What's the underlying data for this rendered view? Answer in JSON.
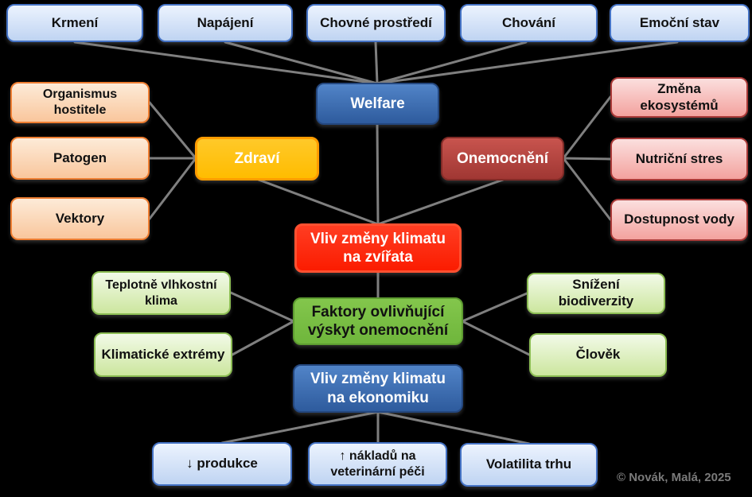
{
  "nodes": {
    "krmeni": {
      "label": "Krmení"
    },
    "napajeni": {
      "label": "Napájení"
    },
    "chovne": {
      "label": "Chovné prostředí"
    },
    "chovani": {
      "label": "Chování"
    },
    "emocni": {
      "label": "Emoční stav"
    },
    "welfare": {
      "label": "Welfare"
    },
    "organismus": {
      "label": "Organismus hostitele"
    },
    "patogen": {
      "label": "Patogen"
    },
    "vektory": {
      "label": "Vektory"
    },
    "zdravi": {
      "label": "Zdraví"
    },
    "onemocneni": {
      "label": "Onemocnění"
    },
    "zmena": {
      "label": "Změna ekosystémů"
    },
    "nutricni": {
      "label": "Nutriční stres"
    },
    "dostupnost": {
      "label": "Dostupnost vody"
    },
    "vliv_zvirata": {
      "label": "Vliv změny klimatu\nna zvířata"
    },
    "teplotne": {
      "label": "Teplotně vlhkostní\nklima"
    },
    "klimaticke": {
      "label": "Klimatické extrémy"
    },
    "faktory": {
      "label": "Faktory ovlivňující\nvýskyt onemocnění"
    },
    "snizeni": {
      "label": "Snížení biodiverzity"
    },
    "clovek": {
      "label": "Člověk"
    },
    "vliv_ekonomika": {
      "label": "Vliv změny klimatu\nna ekonomiku"
    },
    "produkce": {
      "label": "↓ produkce"
    },
    "naklady": {
      "label": "↑ nákladů na\nveterinární péči"
    },
    "volatilita": {
      "label": "Volatilita trhu"
    }
  },
  "footer": {
    "copyright": "© Novák, Malá, 2025"
  },
  "colors": {
    "background": "#000000",
    "connector": "#7F7F7F",
    "lightblue_fill": "#BFD4F2",
    "lightblue_border": "#4472C4",
    "peach_fill": "#F9C69C",
    "peach_border": "#ED7D31",
    "amber_fill": "#FFC000",
    "amber_border": "#FF9C00",
    "darkblue_fill": "#2E5B9D",
    "darkred_fill": "#A93B36",
    "pink_fill": "#F3A29E",
    "pink_border": "#A93A38",
    "red_fill": "#FF2200",
    "green_fill": "#77BF41",
    "lightgreen_fill": "#CCE69E",
    "lightgreen_border": "#8CBD54",
    "copyright_text": "#7A7A7A"
  }
}
